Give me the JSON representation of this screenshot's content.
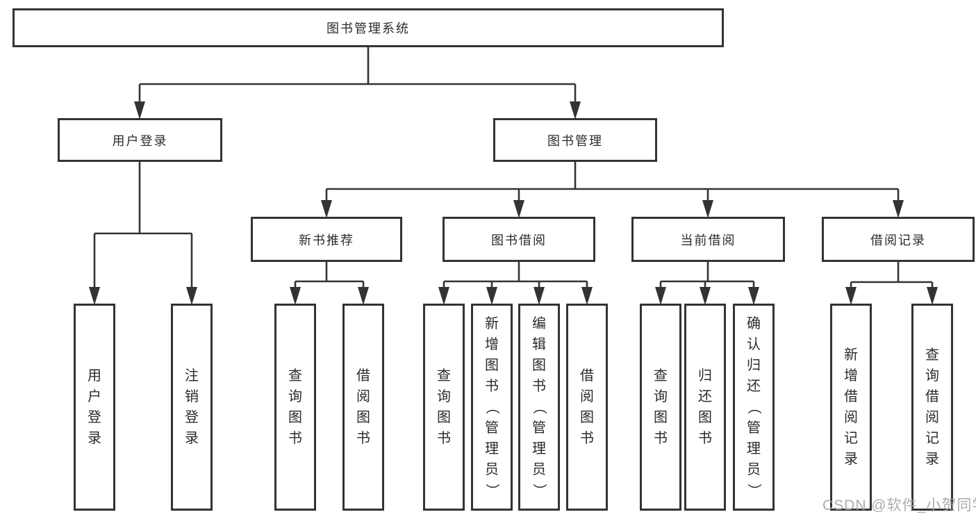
{
  "diagram_title": "图书管理系统",
  "nodes": {
    "root": "图书管理系统",
    "user_login": "用户登录",
    "book_mgmt": "图书管理",
    "new_book_rec": "新书推荐",
    "book_borrow": "图书借阅",
    "current_borrow": "当前借阅",
    "borrow_records": "借阅记录",
    "ul_user_login": "用户登录",
    "ul_logout": "注销登录",
    "nr_query_book": "查询图书",
    "nr_borrow_book": "借阅图书",
    "bb_query_book": "查询图书",
    "bb_add_book": "新增图书（管理员）",
    "bb_edit_book": "编辑图书（管理员）",
    "bb_borrow_book": "借阅图书",
    "cb_query_book": "查询图书",
    "cb_return_book": "归还图书",
    "cb_confirm_return": "确认归还（管理员）",
    "br_add_record": "新增借阅记录",
    "br_query_record": "查询借阅记录"
  },
  "hierarchy": {
    "edges": [
      [
        "图书管理系统",
        "用户登录"
      ],
      [
        "图书管理系统",
        "图书管理"
      ],
      [
        "用户登录",
        "用户登录"
      ],
      [
        "用户登录",
        "注销登录"
      ],
      [
        "图书管理",
        "新书推荐"
      ],
      [
        "图书管理",
        "图书借阅"
      ],
      [
        "图书管理",
        "当前借阅"
      ],
      [
        "图书管理",
        "借阅记录"
      ],
      [
        "新书推荐",
        "查询图书"
      ],
      [
        "新书推荐",
        "借阅图书"
      ],
      [
        "图书借阅",
        "查询图书"
      ],
      [
        "图书借阅",
        "新增图书（管理员）"
      ],
      [
        "图书借阅",
        "编辑图书（管理员）"
      ],
      [
        "图书借阅",
        "借阅图书"
      ],
      [
        "当前借阅",
        "查询图书"
      ],
      [
        "当前借阅",
        "归还图书"
      ],
      [
        "当前借阅",
        "确认归还（管理员）"
      ],
      [
        "借阅记录",
        "新增借阅记录"
      ],
      [
        "借阅记录",
        "查询借阅记录"
      ]
    ]
  },
  "watermark": "CSDN @软件_小贺同学",
  "colors": {
    "line": "#333333",
    "box_border": "#333333",
    "text": "#2b2b2b",
    "watermark": "#a3a4a9",
    "background": "#ffffff"
  }
}
